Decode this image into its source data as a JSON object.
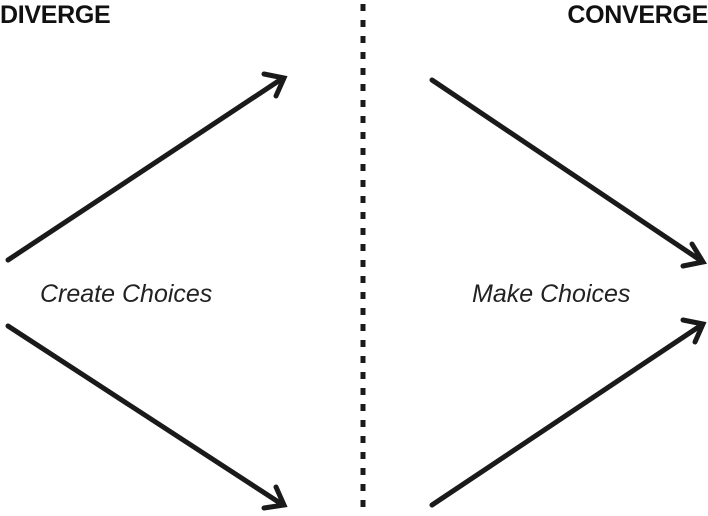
{
  "diverge": {
    "heading": "DIVERGE",
    "caption": "Create Choices"
  },
  "converge": {
    "heading": "CONVERGE",
    "caption": "Make Choices"
  },
  "colors": {
    "ink": "#1a1a1a",
    "background": "#ffffff"
  }
}
